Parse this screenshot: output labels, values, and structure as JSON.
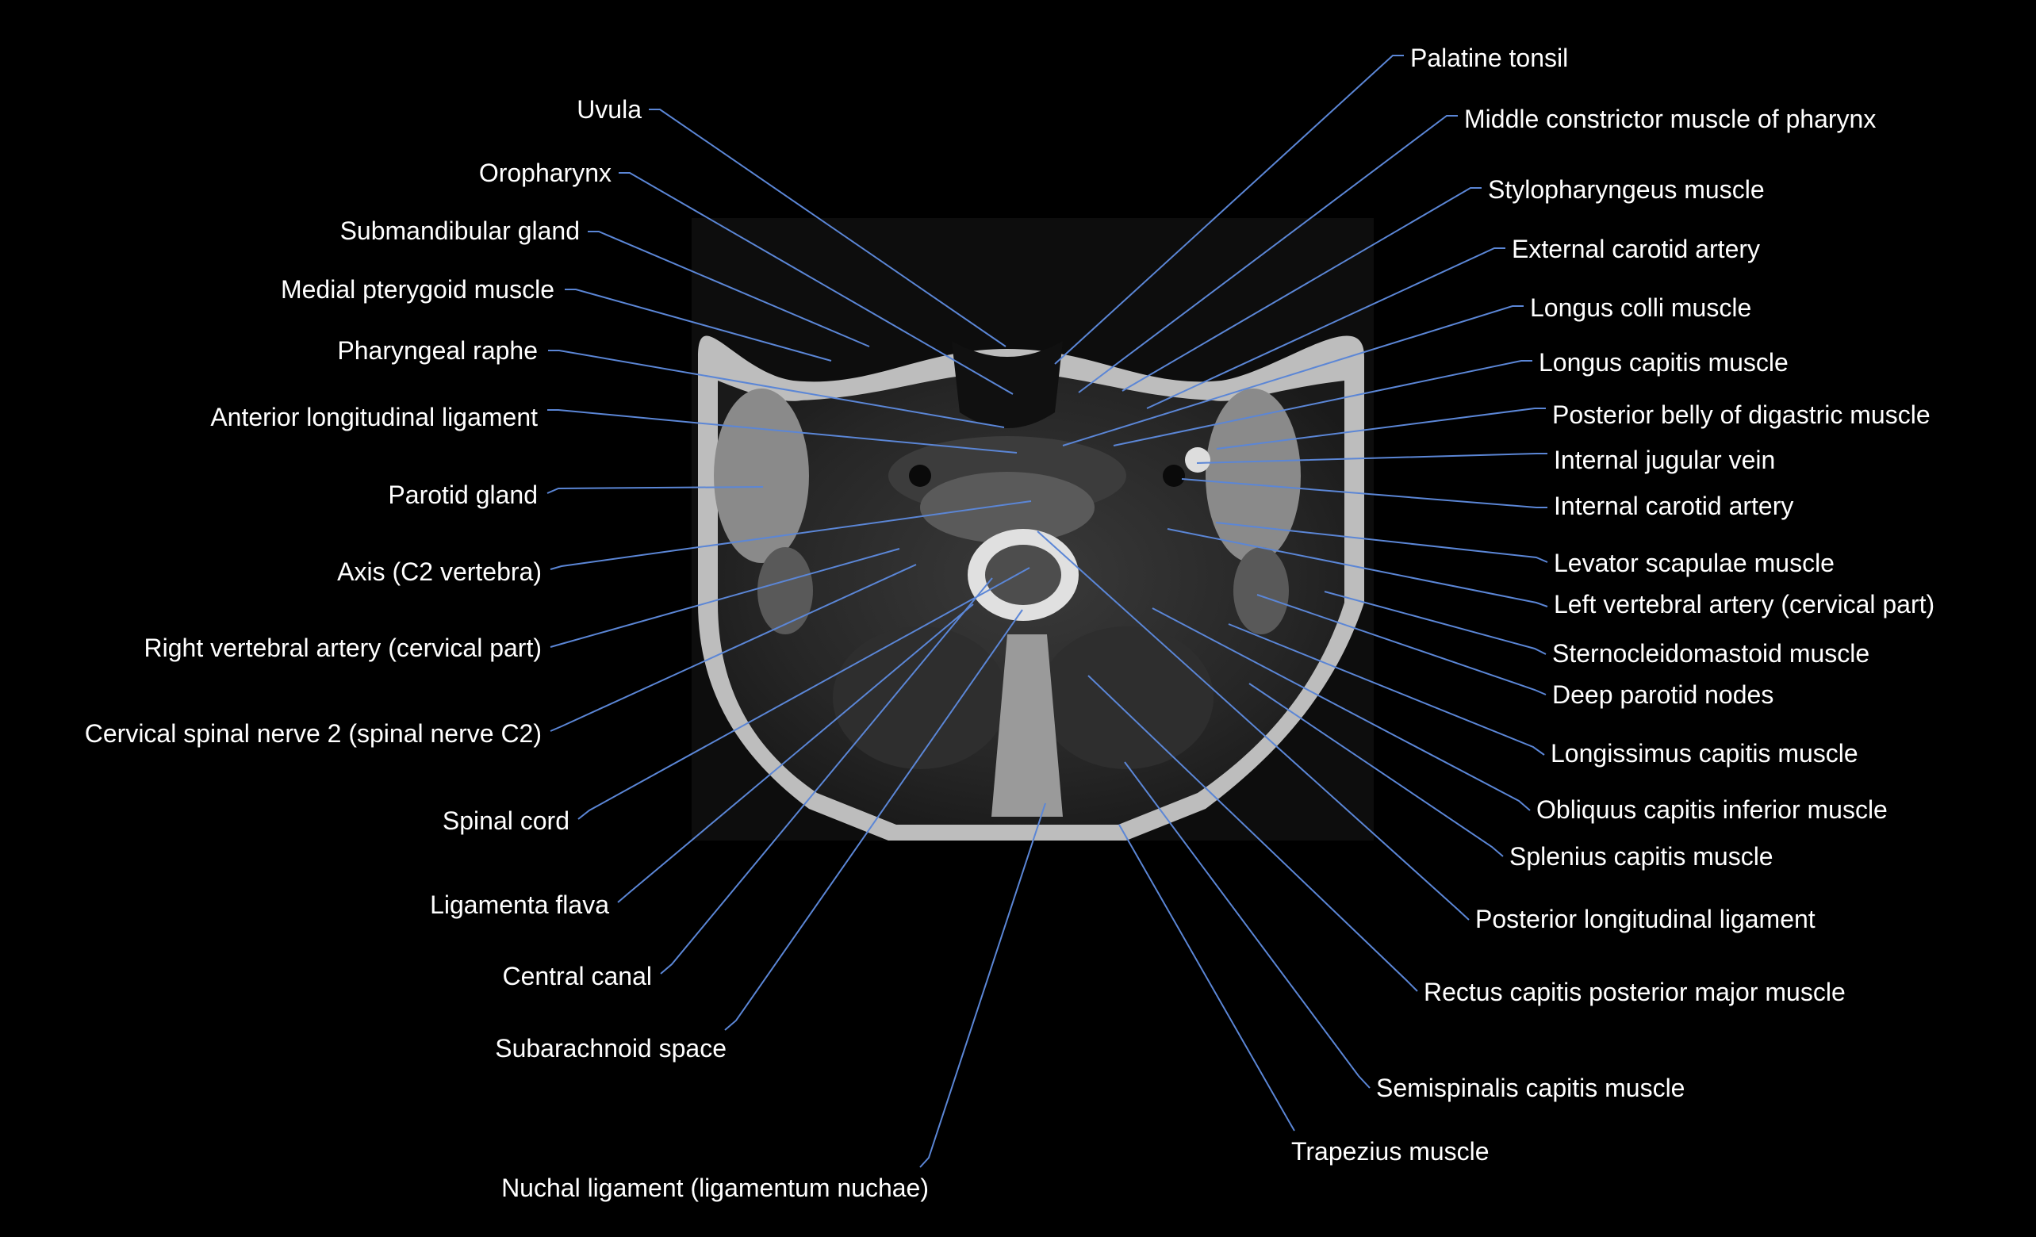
{
  "colors": {
    "background": "#000000",
    "leader_line": "#5b86d6",
    "label_text": "#ffffff",
    "scan_dark": "#141414",
    "scan_soft_tissue": "#6a6a6a",
    "scan_fat": "#cfcfcf"
  },
  "image": {
    "name": "axial-mri-neck-c2-level",
    "icon": "mri-axial-slice"
  },
  "labels_left": [
    {
      "id": "uvula",
      "text": "Uvula"
    },
    {
      "id": "oropharynx",
      "text": "Oropharynx"
    },
    {
      "id": "submandibular-gland",
      "text": "Submandibular gland"
    },
    {
      "id": "medial-pterygoid",
      "text": "Medial pterygoid muscle"
    },
    {
      "id": "pharyngeal-raphe",
      "text": "Pharyngeal raphe"
    },
    {
      "id": "anterior-longitudinal-ligament",
      "text": "Anterior longitudinal ligament"
    },
    {
      "id": "parotid-gland",
      "text": "Parotid gland"
    },
    {
      "id": "axis-c2",
      "text": "Axis (C2 vertebra)"
    },
    {
      "id": "right-vertebral-artery",
      "text": "Right vertebral artery (cervical part)"
    },
    {
      "id": "spinal-nerve-c2",
      "text": "Cervical spinal nerve 2 (spinal nerve C2)"
    },
    {
      "id": "spinal-cord",
      "text": "Spinal cord"
    },
    {
      "id": "ligamenta-flava",
      "text": "Ligamenta flava"
    },
    {
      "id": "central-canal",
      "text": "Central canal"
    },
    {
      "id": "subarachnoid-space",
      "text": "Subarachnoid space"
    },
    {
      "id": "nuchal-ligament",
      "text": "Nuchal ligament (ligamentum nuchae)"
    }
  ],
  "labels_right": [
    {
      "id": "palatine-tonsil",
      "text": "Palatine tonsil"
    },
    {
      "id": "middle-constrictor",
      "text": "Middle constrictor muscle of pharynx"
    },
    {
      "id": "stylopharyngeus",
      "text": "Stylopharyngeus muscle"
    },
    {
      "id": "external-carotid",
      "text": "External carotid artery"
    },
    {
      "id": "longus-colli",
      "text": "Longus colli muscle"
    },
    {
      "id": "longus-capitis",
      "text": "Longus capitis muscle"
    },
    {
      "id": "posterior-digastric",
      "text": "Posterior belly of digastric muscle"
    },
    {
      "id": "internal-jugular",
      "text": "Internal jugular vein"
    },
    {
      "id": "internal-carotid",
      "text": "Internal carotid artery"
    },
    {
      "id": "levator-scapulae",
      "text": "Levator scapulae muscle"
    },
    {
      "id": "left-vertebral-artery",
      "text": "Left vertebral artery (cervical part)"
    },
    {
      "id": "sternocleidomastoid",
      "text": "Sternocleidomastoid muscle"
    },
    {
      "id": "deep-parotid-nodes",
      "text": "Deep parotid nodes"
    },
    {
      "id": "longissimus-capitis",
      "text": "Longissimus capitis muscle"
    },
    {
      "id": "obliquus-capitis-inferior",
      "text": "Obliquus capitis inferior muscle"
    },
    {
      "id": "splenius-capitis",
      "text": "Splenius capitis muscle"
    },
    {
      "id": "posterior-longitudinal-ligament",
      "text": "Posterior longitudinal ligament"
    },
    {
      "id": "rectus-capitis-posterior-major",
      "text": "Rectus capitis posterior major muscle"
    },
    {
      "id": "semispinalis-capitis",
      "text": "Semispinalis capitis muscle"
    },
    {
      "id": "trapezius",
      "text": "Trapezius muscle"
    }
  ]
}
